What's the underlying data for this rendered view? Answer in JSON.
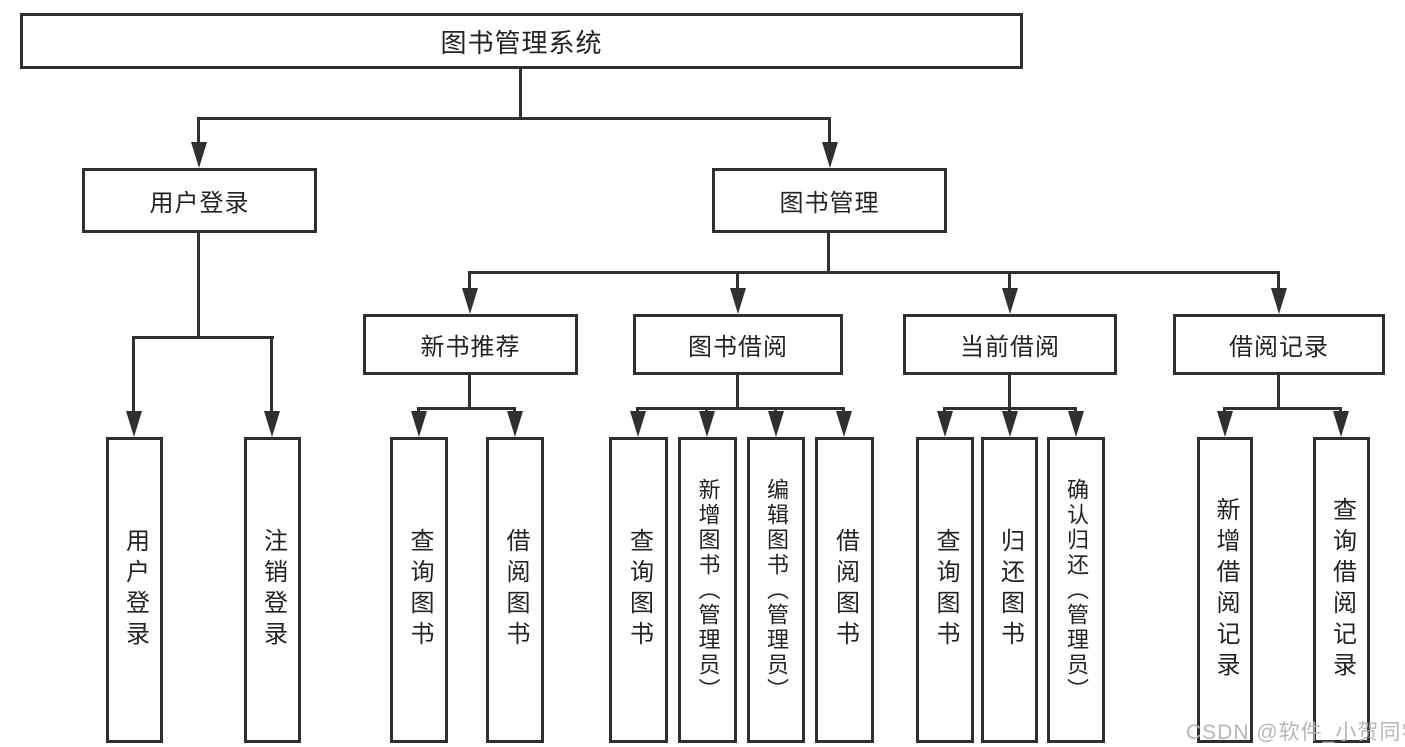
{
  "diagram": {
    "type": "hierarchy-tree",
    "colors": {
      "line": "#303030",
      "box_border": "#2f2f2f",
      "text": "#232323",
      "background": "#ffffff",
      "watermark": "#afb2b7"
    },
    "root": {
      "label": "图书管理系统",
      "children": [
        {
          "label": "用户登录",
          "children": [
            {
              "label": "用户登录"
            },
            {
              "label": "注销登录"
            }
          ]
        },
        {
          "label": "图书管理",
          "children": [
            {
              "label": "新书推荐",
              "children": [
                {
                  "label": "查询图书"
                },
                {
                  "label": "借阅图书"
                }
              ]
            },
            {
              "label": "图书借阅",
              "children": [
                {
                  "label": "查询图书"
                },
                {
                  "label": "新增图书（管理员）"
                },
                {
                  "label": "编辑图书（管理员）"
                },
                {
                  "label": "借阅图书"
                }
              ]
            },
            {
              "label": "当前借阅",
              "children": [
                {
                  "label": "查询图书"
                },
                {
                  "label": "归还图书"
                },
                {
                  "label": "确认归还（管理员）"
                }
              ]
            },
            {
              "label": "借阅记录",
              "children": [
                {
                  "label": "新增借阅记录"
                },
                {
                  "label": "查询借阅记录"
                }
              ]
            }
          ]
        }
      ]
    },
    "watermark": "CSDN @软件_小贺同学"
  }
}
